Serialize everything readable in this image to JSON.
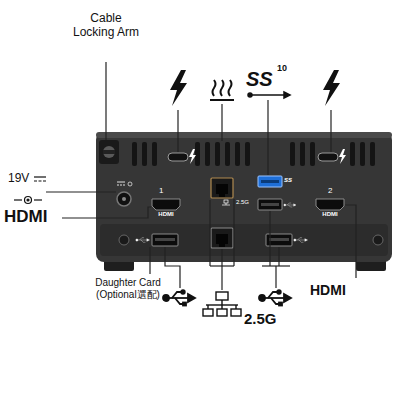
{
  "diagram": {
    "labels": [
      "Cable Locking Arm",
      "SS",
      "10",
      "19V",
      "1",
      "HDMI",
      "SS",
      "2.5G",
      "2",
      "HDMI",
      "HDMI",
      "Daughter Card (Optional選配)",
      "2.5G",
      "HDMI"
    ]
  }
}
